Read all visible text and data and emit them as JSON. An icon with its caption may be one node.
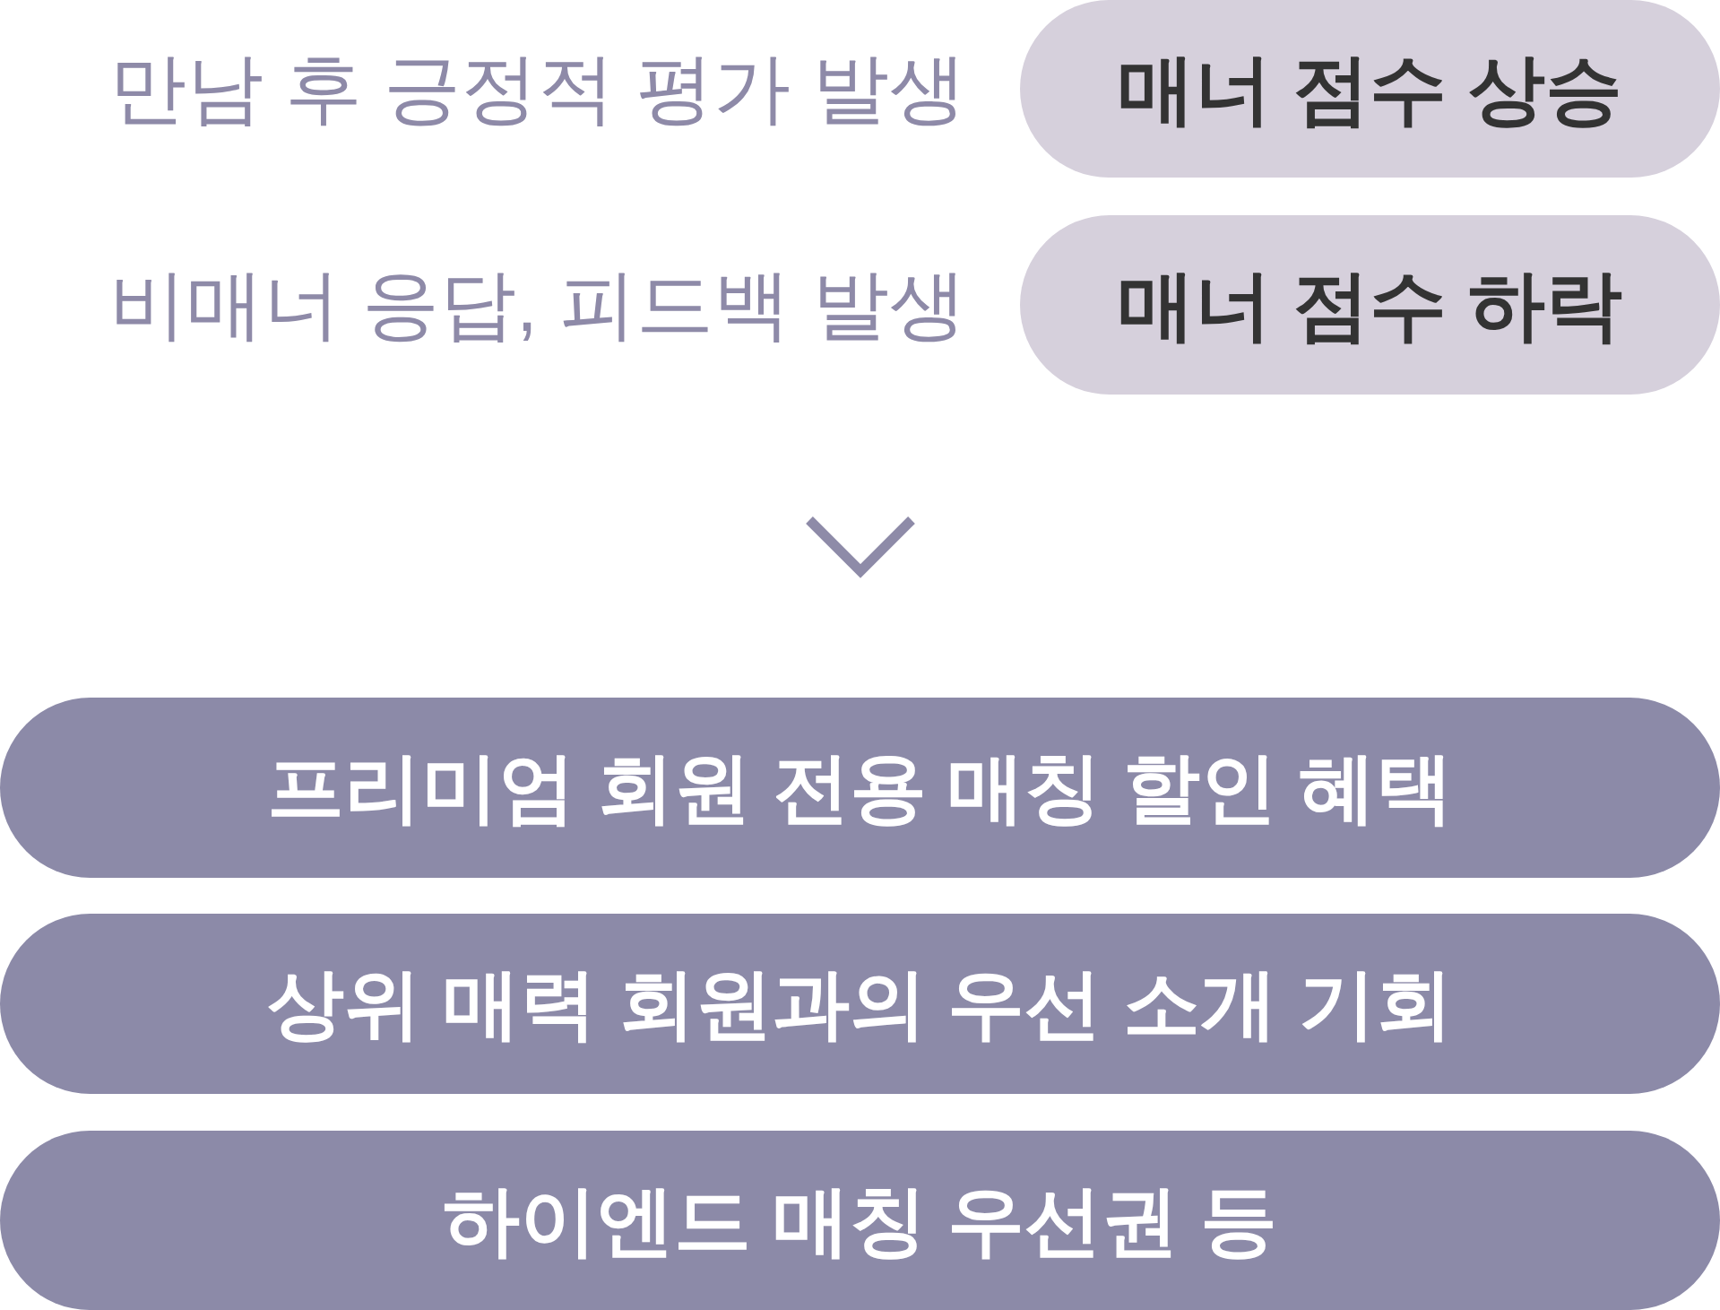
{
  "diagram": {
    "nodes": [
      {
        "text": [
          "매너 점수 상승"
        ],
        "beside": [
          "만남 후 긍정적 평가 발생"
        ]
      },
      {
        "text": [
          "매너 점수 하락"
        ],
        "beside": [
          "비매너 응답, 피드백 발생"
        ]
      },
      {
        "text": [
          "프리미엄 회원 전용 매칭 할인 혜택"
        ]
      },
      {
        "text": [
          "상위 매력 회원과의 우선 소개 기회"
        ]
      },
      {
        "text": [
          "하이엔드 매칭 우선권 등"
        ]
      }
    ]
  }
}
